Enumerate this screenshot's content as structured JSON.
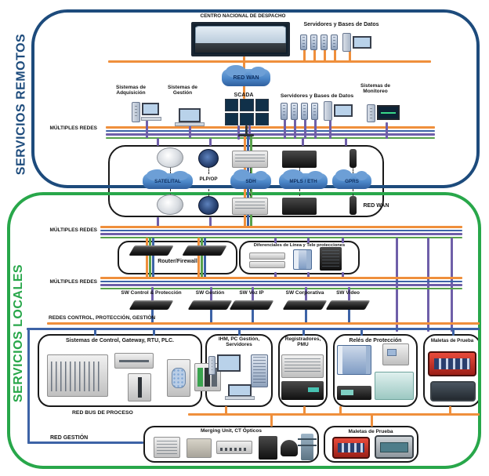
{
  "remote": {
    "side_label": "SERVICIOS REMOTOS",
    "centro": "CENTRO NACIONAL DE DESPACHO",
    "servidores_top": "Servidores y Bases de Datos",
    "red_wan": "RED WAN",
    "sistemas_adquisicion": "Sistemas de Adquisición",
    "sistemas_gestion": "Sistemas de Gestión",
    "scada": "SCADA",
    "servidores_mid": "Servidores y Bases de Datos",
    "sistemas_monitoreo": "Sistemas de Monitoreo",
    "multiples_redes": "MÚLTIPLES REDES"
  },
  "wan": {
    "satelital": "SATELITAL",
    "plpop": "PLP/OP",
    "sdh": "SDH",
    "mpls": "MPLS / ETH",
    "gprs": "GPRS",
    "red_wan": "RED WAN"
  },
  "local": {
    "side_label": "SERVICIOS LOCALES",
    "multiples_redes_1": "MÚLTIPLES REDES",
    "multiples_redes_2": "MÚLTIPLES REDES",
    "router_firewall": "Router/Firewall",
    "diferenciales": "Diferenciales de Línea y Tele protecciones",
    "sw_control": "SW Control & Protección",
    "sw_gestion": "SW Gestión",
    "sw_voz": "SW Voz IP",
    "sw_corporativa": "SW Corporativa",
    "sw_video": "SW Video",
    "redes_control": "REDES CONTROL, PROTECCIÓN, GESTIÓN",
    "box_control": "Sistemas de Control, Gateway, RTU, PLC.",
    "box_ihm": "IHM, PC Gestión, Servidores",
    "box_registradores": "Registradores, PMU",
    "box_reles": "Relés de Protección",
    "box_maletas": "Maletas de Prueba",
    "red_bus_proceso": "RED BUS DE PROCESO",
    "red_gestion": "RED GESTIÓN",
    "merging": "Merging Unit, CT Ópticos",
    "maletas_bottom": "Maletas de Prueba"
  },
  "colors": {
    "remote_border": "#1d4b7c",
    "local_border": "#28a74a",
    "bus_orange": "#ef8f3c",
    "bus_blue": "#3d63a6",
    "bus_purple": "#6f5fa9",
    "bus_green": "#57a14b",
    "cloud_blue": "#4b86c8",
    "cloud_text": "#0d2d5e"
  }
}
